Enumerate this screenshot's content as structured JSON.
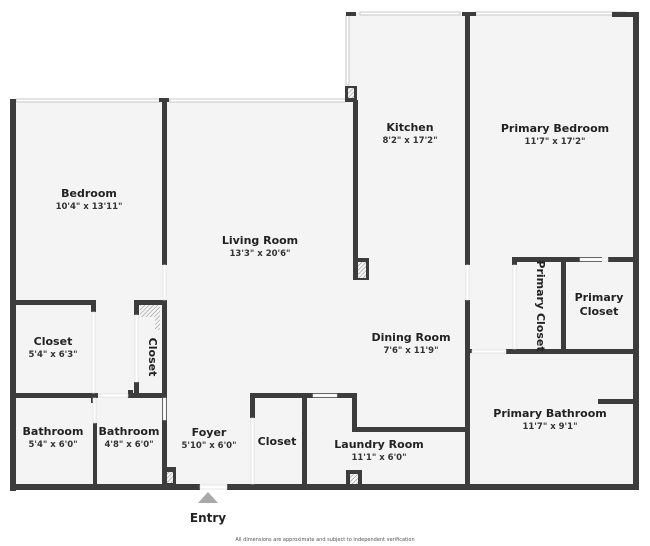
{
  "colors": {
    "wall": "#3c3c3c",
    "floor": "#f4f4f4",
    "window": "#ffffff",
    "entry_arrow": "#a8a8a8",
    "text": "#222222"
  },
  "rooms": [
    {
      "id": "bedroom",
      "name": "Bedroom",
      "dims": "10'4\" x 13'11\""
    },
    {
      "id": "living-room",
      "name": "Living Room",
      "dims": "13'3\" x 20'6\""
    },
    {
      "id": "kitchen",
      "name": "Kitchen",
      "dims": "8'2\" x 17'2\""
    },
    {
      "id": "primary-bedroom",
      "name": "Primary Bedroom",
      "dims": "11'7\" x 17'2\""
    },
    {
      "id": "closet-bedroom",
      "name": "Closet",
      "dims": "5'4\" x 6'3\""
    },
    {
      "id": "closet-hall",
      "name": "Closet",
      "dims": ""
    },
    {
      "id": "primary-closet-walkin",
      "name": "Primary Closet",
      "dims": ""
    },
    {
      "id": "primary-closet",
      "name": "Primary Closet",
      "dims": ""
    },
    {
      "id": "dining-room",
      "name": "Dining Room",
      "dims": "7'6\" x 11'9\""
    },
    {
      "id": "bathroom-1",
      "name": "Bathroom",
      "dims": "5'4\" x 6'0\""
    },
    {
      "id": "bathroom-2",
      "name": "Bathroom",
      "dims": "4'8\" x 6'0\""
    },
    {
      "id": "foyer",
      "name": "Foyer",
      "dims": "5'10\" x 6'0\""
    },
    {
      "id": "closet-foyer",
      "name": "Closet",
      "dims": ""
    },
    {
      "id": "laundry-room",
      "name": "Laundry Room",
      "dims": "11'1\" x 6'0\""
    },
    {
      "id": "primary-bathroom",
      "name": "Primary Bathroom",
      "dims": "11'7\" x 9'1\""
    }
  ],
  "entry": {
    "label": "Entry",
    "icon": "entry-arrow-icon"
  },
  "disclaimer": "All dimensions are approximate and subject to independent verification"
}
